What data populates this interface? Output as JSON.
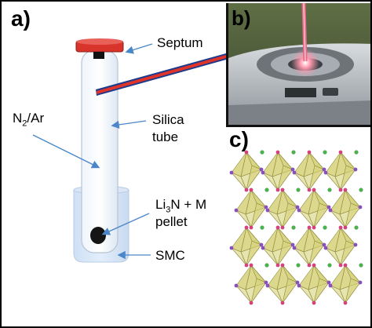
{
  "panels": {
    "a": "a)",
    "b": "b)",
    "c": "c)"
  },
  "labels": {
    "septum": "Septum",
    "gas_main": "N",
    "gas_sub": "2",
    "gas_rest": "/Ar",
    "silica_line1": "Silica",
    "silica_line2": "tube",
    "pellet_a": "Li",
    "pellet_sub": "3",
    "pellet_b": "N + M",
    "pellet_line2": "pellet",
    "smc": "SMC"
  },
  "colors": {
    "septum": "#d9342b",
    "rod_red": "#e0342a",
    "rod_blue": "#1f3a8a",
    "arrow": "#4a86c8",
    "octahedron": "#d6d27a",
    "atom_green": "#4caf50",
    "atom_purple": "#8a4fbf",
    "atom_pink": "#d3427a"
  }
}
